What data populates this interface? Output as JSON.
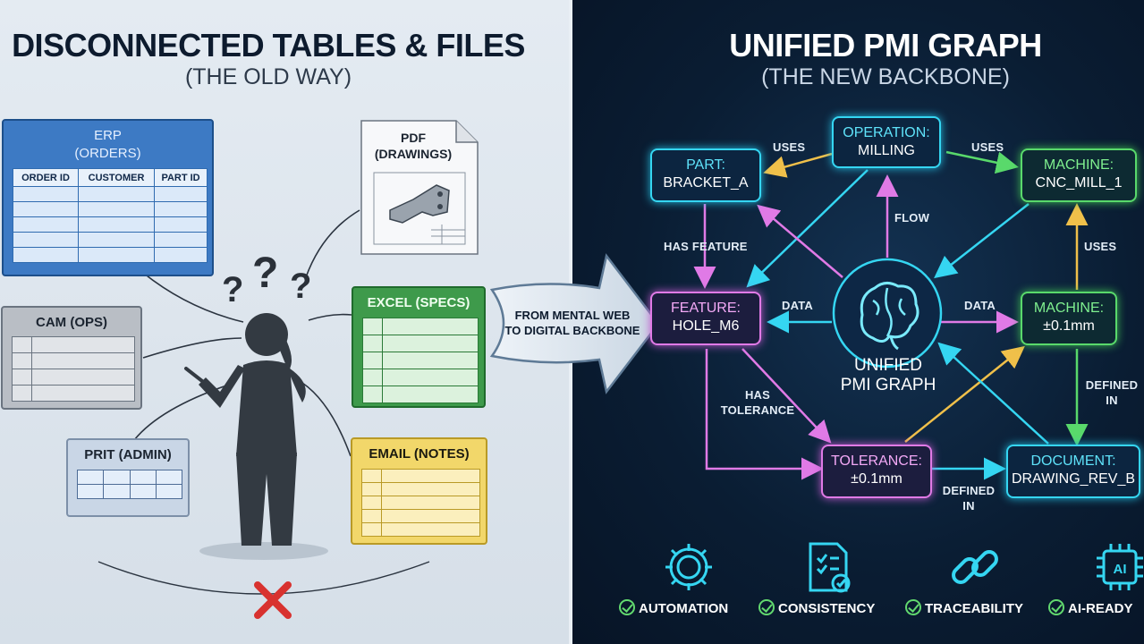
{
  "left": {
    "title": "DISCONNECTED TABLES & FILES",
    "subtitle": "(THE OLD WAY)",
    "erp": {
      "title": "ERP",
      "subtitle": "(ORDERS)",
      "columns": [
        "ORDER ID",
        "CUSTOMER",
        "PART ID"
      ]
    },
    "pdf": {
      "title": "PDF",
      "subtitle": "(DRAWINGS)"
    },
    "cam": {
      "title": "CAM (OPS)"
    },
    "excel": {
      "title": "EXCEL (SPECS)"
    },
    "prt": {
      "title": "PRIT (ADMIN)"
    },
    "email": {
      "title": "EMAIL (NOTES)"
    },
    "confusion_marks": [
      "?",
      "?",
      "?"
    ],
    "bridge_label_line1": "FROM MENTAL WEB",
    "bridge_label_line2": "TO DIGITAL BACKBONE"
  },
  "right": {
    "title": "UNIFIED PMI GRAPH",
    "subtitle": "(THE NEW BACKBONE)",
    "center_line1": "UNIFIED",
    "center_line2": "PMI GRAPH",
    "nodes": {
      "operation": {
        "type": "OPERATION:",
        "value": "MILLING"
      },
      "part": {
        "type": "PART:",
        "value": "BRACKET_A"
      },
      "machine_top": {
        "type": "MACHINE:",
        "value": "CNC_MILL_1"
      },
      "feature": {
        "type": "FEATURE:",
        "value": "HOLE_M6"
      },
      "machine_mid": {
        "type": "MACHINE:",
        "value": "±0.1mm"
      },
      "tolerance": {
        "type": "TOLERANCE:",
        "value": "±0.1mm"
      },
      "document": {
        "type": "DOCUMENT:",
        "value": "DRAWING_REV_B"
      }
    },
    "edges": {
      "uses_left": "USES",
      "uses_right": "USES",
      "flow": "FLOW",
      "has_feature": "HAS FEATURE",
      "uses_machine": "USES",
      "data_left": "DATA",
      "data_right": "DATA",
      "has_tolerance_1": "HAS",
      "has_tolerance_2": "TOLERANCE",
      "defined_in_right_1": "DEFINED",
      "defined_in_right_2": "IN",
      "defined_in_bottom_1": "DEFINED",
      "defined_in_bottom_2": "IN"
    },
    "benefits": [
      {
        "label": "AUTOMATION",
        "icon": "gear-icon"
      },
      {
        "label": "CONSISTENCY",
        "icon": "checklist-icon"
      },
      {
        "label": "TRACEABILITY",
        "icon": "chain-link-icon"
      },
      {
        "label": "AI-READY",
        "icon": "ai-chip-icon"
      }
    ]
  },
  "colors": {
    "cyan": "#35d6f2",
    "pink": "#e07ae6",
    "green": "#59d96b",
    "yellow": "#f0c04a",
    "x_mark": "#d8322f"
  }
}
